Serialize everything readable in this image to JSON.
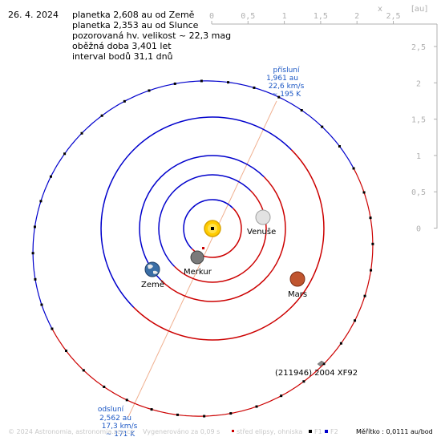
{
  "date": "26. 4. 2024",
  "info_lines": [
    "planetka 2,608 au od Země",
    "planetka 2,353 au od Slunce",
    "pozorovaná hv. velikost ~ 22,3 mag",
    "oběžná doba 3,401 let",
    "interval bodů 31,1 dnů"
  ],
  "axis": {
    "x_letter": "x",
    "unit": "[au]",
    "x_ticks": [
      "0",
      "0,5",
      "1",
      "1,5",
      "2",
      "2,5"
    ],
    "y_ticks": [
      "2,5",
      "2",
      "1,5",
      "1",
      "0,5",
      "0"
    ]
  },
  "perihelion": {
    "label": "přísluní",
    "distance": "1,961 au",
    "speed": "22,6 km/s",
    "temp": "~ 195 K"
  },
  "aphelion": {
    "label": "odsluní",
    "distance": "2,562 au",
    "speed": "17,3 km/s",
    "temp": "~ 171 K"
  },
  "planets": [
    {
      "name": "Venuše",
      "color": "#d8d8d8"
    },
    {
      "name": "Merkur",
      "color": "#7a7a7a"
    },
    {
      "name": "Země",
      "color": "#3a6ea5"
    },
    {
      "name": "Mars",
      "color": "#c0552f"
    }
  ],
  "asteroid_label": "(211946) 2004 XF92",
  "footer": {
    "copyright": "© 2024 Astronomia, astronomia.zcu.cz",
    "generated": "Vygenerováno za 0,09 s",
    "center_legend": "střed elipsy, ohniska",
    "f1": "F1",
    "f2": "F2",
    "scale": "Měřítko : 0,0111 au/bod"
  },
  "colors": {
    "orbit_blue": "#0000cc",
    "orbit_red": "#cc0000",
    "label_blue": "#1a56c4",
    "sun": "#ffcc00",
    "axis_grey": "#b0b0b0",
    "apsis_line": "#f0b090"
  }
}
